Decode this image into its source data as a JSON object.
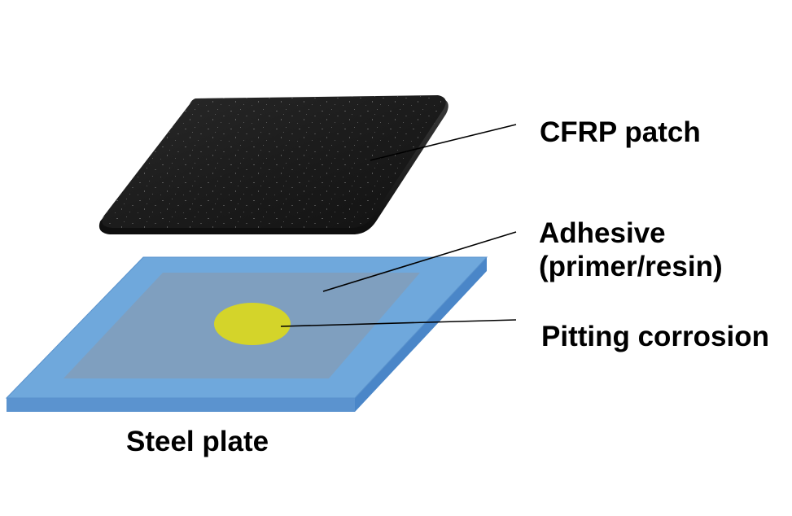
{
  "labels": {
    "cfrp_patch": "CFRP patch",
    "adhesive_line1": "Adhesive",
    "adhesive_line2": "(primer/resin)",
    "pitting_corrosion": "Pitting corrosion",
    "steel_plate": "Steel plate"
  },
  "colors": {
    "background": "#ffffff",
    "steel_plate_top": "#6fa8dc",
    "steel_plate_edge": "#4a86c8",
    "adhesive_layer": "#7f9fbf",
    "pitting_spot": "#d4d42a",
    "cfrp_patch": "#1b1b1b",
    "leader_lines": "#000000",
    "label_text": "#000000"
  }
}
